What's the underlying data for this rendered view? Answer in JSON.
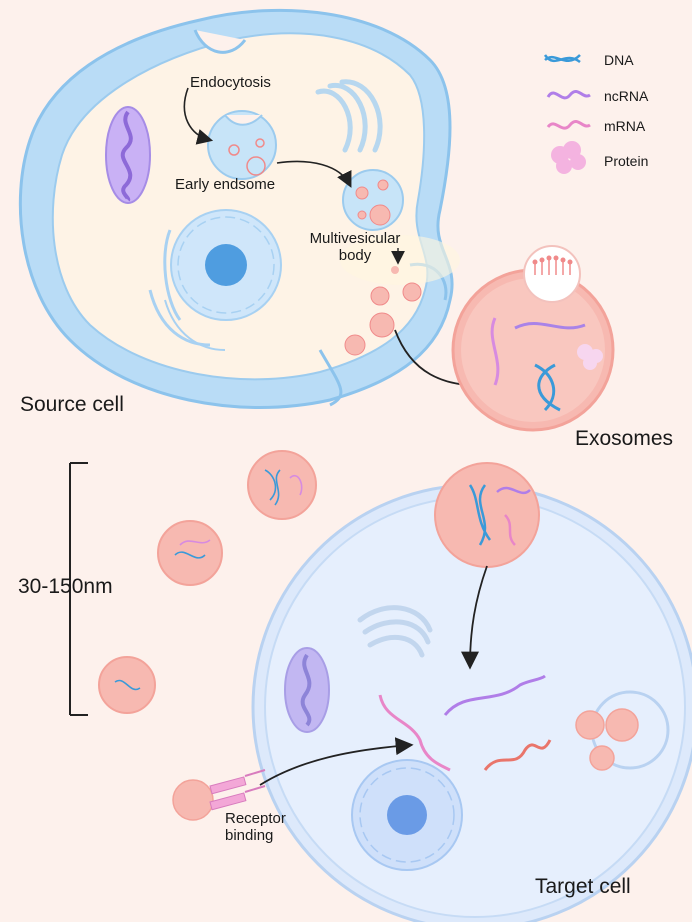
{
  "labels": {
    "endocytosis": "Endocytosis",
    "early_endosome": "Early endsome",
    "mvb_line1": "Multivesicular",
    "mvb_line2": "body",
    "source_cell": "Source cell",
    "exosomes": "Exosomes",
    "size_range": "30-150nm",
    "receptor_line1": "Receptor",
    "receptor_line2": "binding",
    "target_cell": "Target cell"
  },
  "legend": [
    {
      "label": "DNA",
      "icon": "dna-icon",
      "color": "#3a9ad9"
    },
    {
      "label": "ncRNA",
      "icon": "ncrna-icon",
      "color": "#b07ee8"
    },
    {
      "label": "mRNA",
      "icon": "mrna-icon",
      "color": "#e886c8"
    },
    {
      "label": "Protein",
      "icon": "protein-icon",
      "color": "#f4b3e0"
    }
  ],
  "colors": {
    "background": "#fdf1ec",
    "membrane": "#a8d4f3",
    "cytoplasm": "#fef3e6",
    "vesicle": "#f7c5c0",
    "target_cytoplasm": "#e6effd"
  }
}
